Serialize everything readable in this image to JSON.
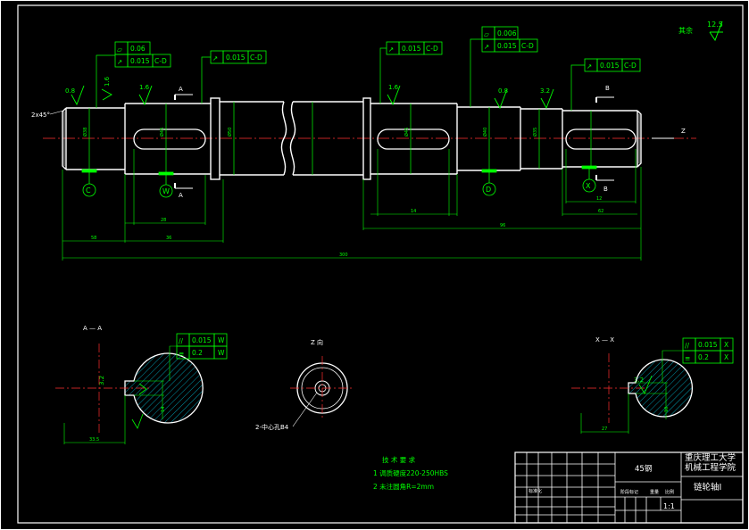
{
  "colors": {
    "background": "#000000",
    "outline": "#ffffff",
    "dimension": "#00ff00",
    "centerline": "#ff3030",
    "hatch": "#00bcd4",
    "datum": "#00ff00"
  },
  "surface": {
    "corner_label": "其余",
    "corner_value": "12.5",
    "values": [
      "0.8",
      "1.6",
      "1.6",
      "1.6",
      "0.8",
      "3.2",
      "3.2",
      "3.2",
      "12.5"
    ]
  },
  "chamfer": "2x45°",
  "gdt": {
    "f1": {
      "sym": "▱",
      "val": "0.06",
      "ref": ""
    },
    "f2": {
      "sym": "↗",
      "val": "0.015",
      "ref": "C-D"
    },
    "f3": {
      "sym": "↗",
      "val": "0.015",
      "ref": "C-D"
    },
    "f4": {
      "sym": "↗",
      "val": "0.015",
      "ref": "C-D"
    },
    "f5": {
      "sym": "▱",
      "val": "0.006",
      "ref": ""
    },
    "f6": {
      "sym": "↗",
      "val": "0.015",
      "ref": "C-D"
    },
    "f7": {
      "sym": "↗",
      "val": "0.015",
      "ref": "C-D"
    },
    "s1a": {
      "sym": "//",
      "val": "0.015",
      "ref": "W"
    },
    "s1b": {
      "sym": "≡",
      "val": "0.2",
      "ref": "W"
    },
    "s2a": {
      "sym": "//",
      "val": "0.015",
      "ref": "X"
    },
    "s2b": {
      "sym": "≡",
      "val": "0.2",
      "ref": "X"
    }
  },
  "datums": [
    "C",
    "W",
    "D",
    "X"
  ],
  "section_marks": {
    "a": "A",
    "b": "B",
    "z": "Z"
  },
  "section_titles": {
    "a": "A — A",
    "z": "Z 向",
    "x": "X — X"
  },
  "center_hole_note": "2-中心孔B4",
  "tech_req": {
    "title": "技 术 要 求",
    "lines": [
      "1 调质硬度220-250HBS",
      "2 未注圆角R=2mm"
    ]
  },
  "title_block": {
    "material": "45钢",
    "school_line1": "重庆理工大学",
    "school_line2": "机械工程学院",
    "part_name": "链轮轴I",
    "scale": "1:1",
    "col_labels": [
      "阶段标记",
      "重量",
      "比例"
    ],
    "small_left": "标准化"
  },
  "dims": {
    "phi1": "Ø38",
    "phi2": "Ø45",
    "phi3": "Ø50",
    "phi4": "Ø45",
    "phi5": "Ø40",
    "phi6": "Ø35",
    "len1": "58",
    "len2": "36",
    "len3": "28",
    "len4": "300",
    "len5": "96",
    "len6": "62",
    "key1": "14",
    "key2": "12",
    "sec_a": "33.5",
    "sec_x": "27",
    "sec_t1": "14",
    "sec_t2": "10"
  }
}
